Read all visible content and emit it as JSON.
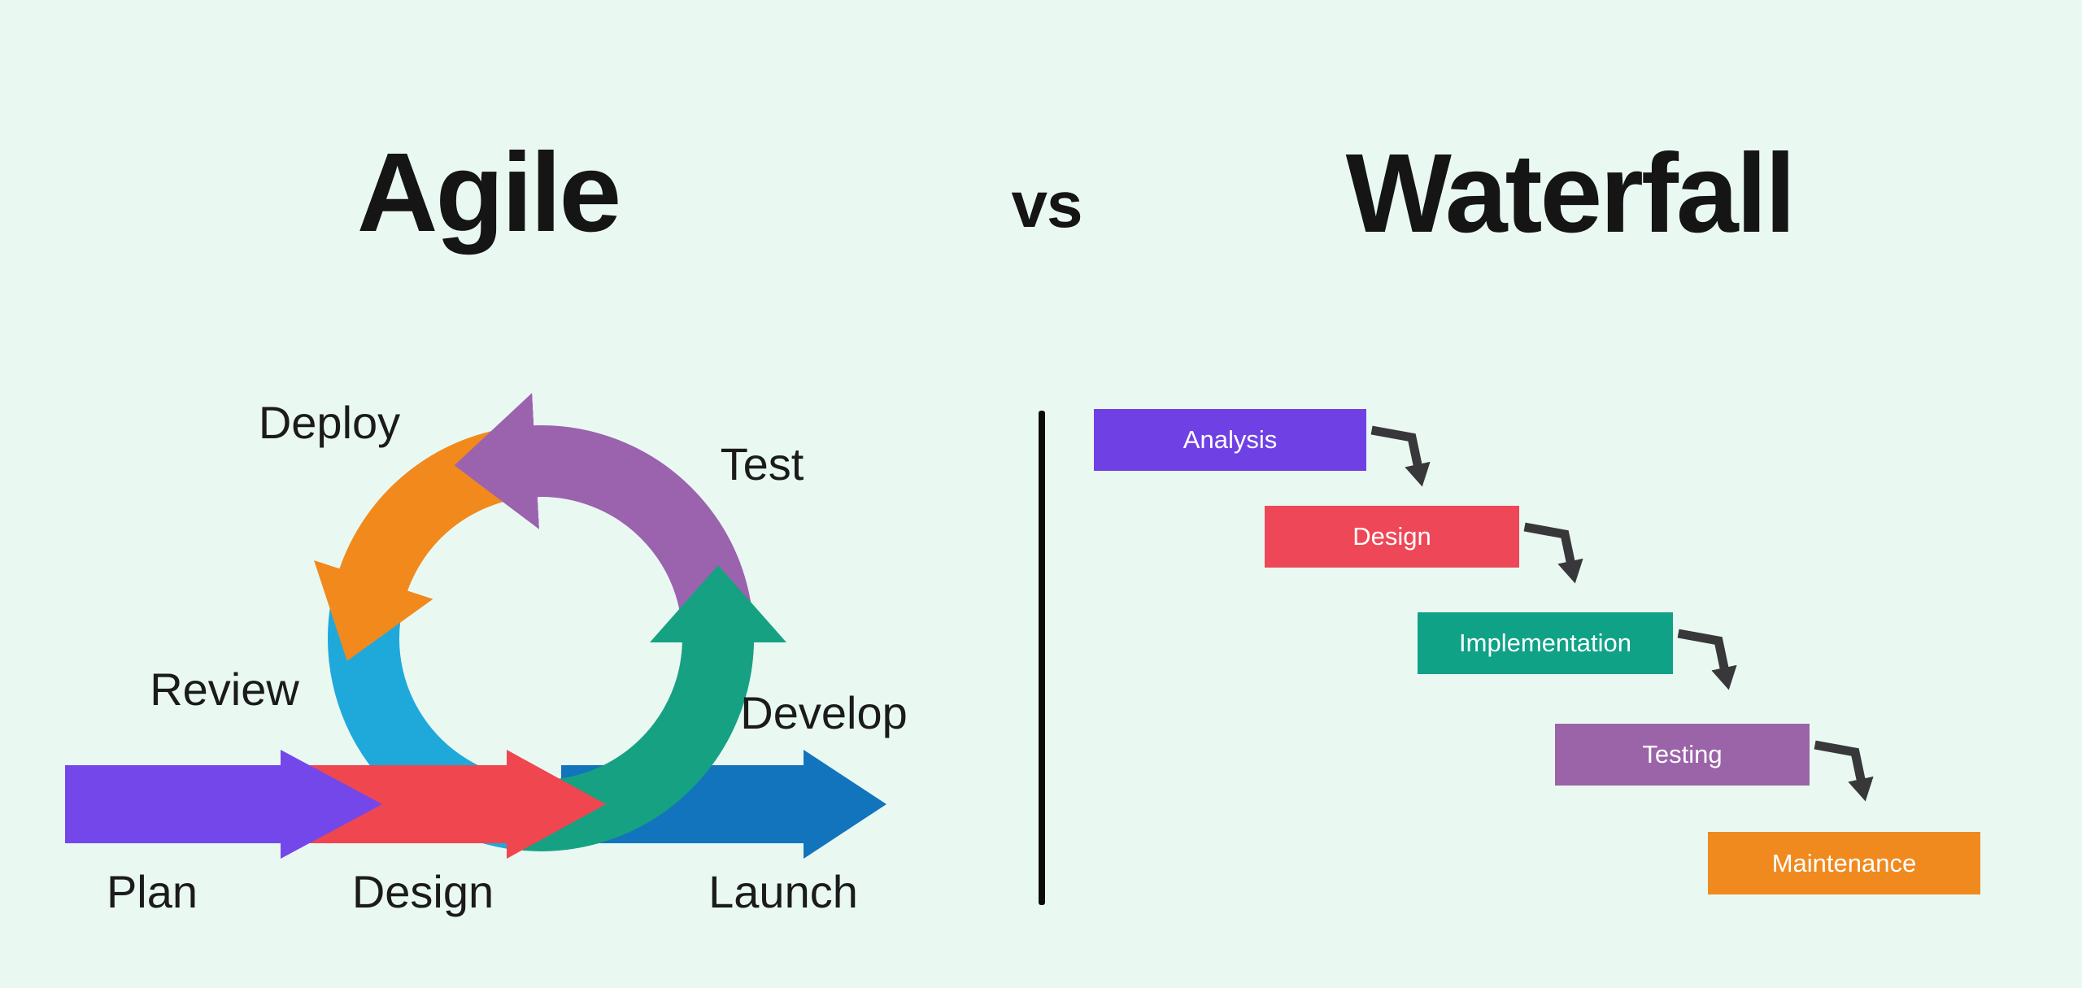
{
  "background": "#e9f9f2",
  "title": {
    "agile": "Agile",
    "vs": "vs",
    "waterfall": "Waterfall"
  },
  "colors": {
    "deploy_orange": "#f1891d",
    "test_purple": "#9b62ae",
    "review_cyan": "#1fa9db",
    "develop_teal": "#16a183",
    "plan_violet": "#7447eb",
    "design_red": "#ef4650",
    "launch_blue": "#1274bc",
    "divider_black": "#0b0b0b",
    "connector_dark": "#38383a",
    "label_text": "#1b1b1b",
    "step_text": "#ffffff"
  },
  "agile": {
    "labels": {
      "deploy": "Deploy",
      "test": "Test",
      "review": "Review",
      "develop": "Develop",
      "plan": "Plan",
      "design": "Design",
      "launch": "Launch"
    }
  },
  "waterfall": {
    "steps": [
      {
        "label": "Analysis",
        "color": "#6f41e4"
      },
      {
        "label": "Design",
        "color": "#ee4757"
      },
      {
        "label": "Implementation",
        "color": "#0fa287"
      },
      {
        "label": "Testing",
        "color": "#9b63a8"
      },
      {
        "label": "Maintenance",
        "color": "#f08a1f"
      }
    ]
  }
}
